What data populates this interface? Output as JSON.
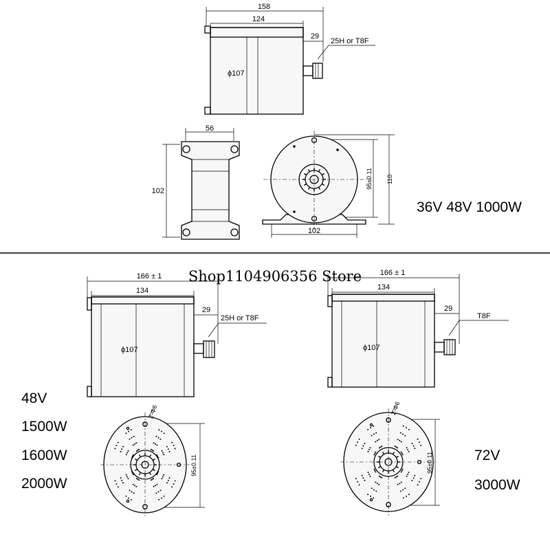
{
  "top_section": {
    "dims": {
      "overall_length": "158",
      "body_length": "124",
      "shaft_length": "29",
      "sprocket_note": "25H or T8F",
      "diameter": "ϕ107",
      "foot_width": "56",
      "foot_length": "102",
      "base_width": "102",
      "hole_spacing": "95±0.11",
      "height": "110"
    },
    "spec_label": "36V 48V 1000W"
  },
  "store_label": "Shop1104906356 Store",
  "bottom_left": {
    "dims": {
      "overall_length": "166 ± 1",
      "body_length": "134",
      "shaft_length": "29",
      "sprocket_note": "25H or T8F",
      "diameter": "ϕ107",
      "holes": "2-Φ6",
      "hole_spacing": "95±0.11"
    },
    "voltage": "48V",
    "power_1": "1500W",
    "power_2": "1600W",
    "power_3": "2000W"
  },
  "bottom_right": {
    "dims": {
      "overall_length": "166 ± 1",
      "body_length": "134",
      "shaft_length": "29",
      "sprocket_note": "T8F",
      "diameter": "ϕ107",
      "holes": "2-Φ6",
      "hole_spacing": "95±0.11"
    },
    "voltage": "72V",
    "power": "3000W"
  }
}
